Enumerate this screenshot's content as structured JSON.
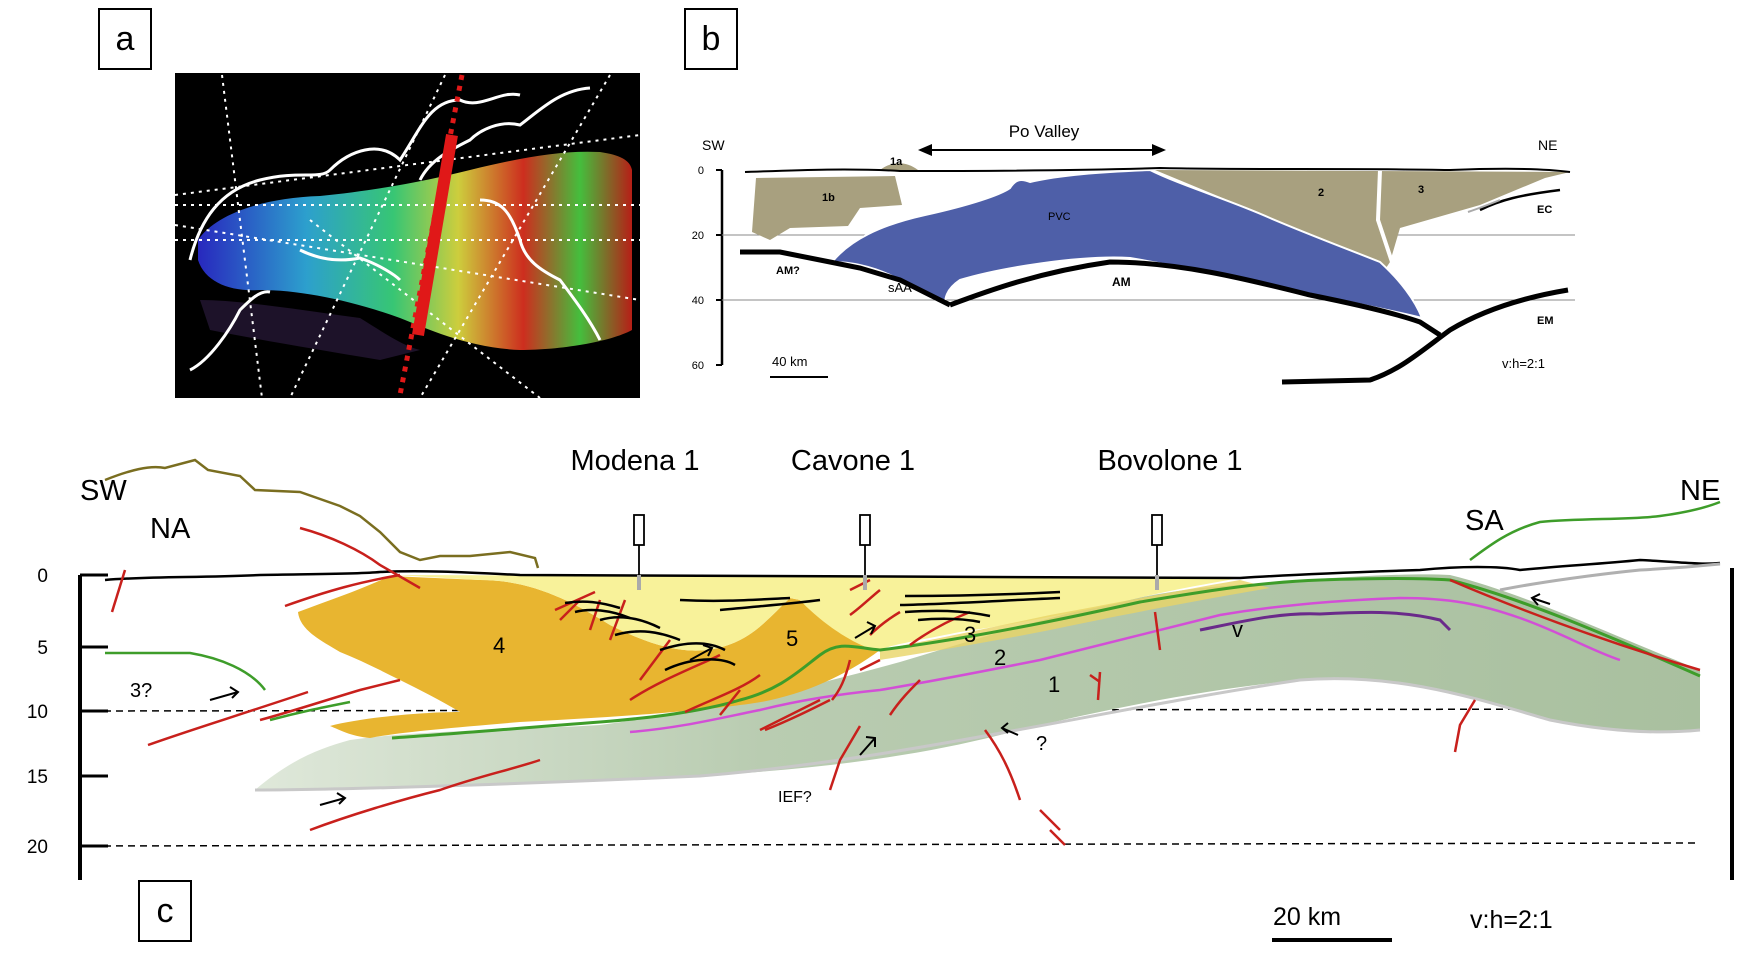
{
  "panels": {
    "a": "a",
    "b": "b",
    "c": "c"
  },
  "panel_b": {
    "title": "Po Valley",
    "sw": "SW",
    "ne": "NE",
    "units": [
      "1a",
      "1b",
      "2",
      "3",
      "PVC"
    ],
    "labels": {
      "am_q": "AM?",
      "saa": "sAA",
      "am": "AM",
      "ec": "EC",
      "em": "EM"
    },
    "depth_ticks": [
      "0",
      "20",
      "40",
      "60"
    ],
    "scale": "40 km",
    "ratio": "v:h=2:1"
  },
  "panel_c": {
    "sw": "SW",
    "ne": "NE",
    "na": "NA",
    "sa": "SA",
    "wells": [
      "Modena 1",
      "Cavone 1",
      "Bovolone 1"
    ],
    "units": [
      "4",
      "5",
      "3",
      "2",
      "1",
      "v",
      "3?"
    ],
    "fault_labels": {
      "ief": "IEF?",
      "q": "?"
    },
    "depth_ticks": [
      "0",
      "5",
      "10",
      "15",
      "20"
    ],
    "scale": "20 km",
    "ratio": "v:h=2:1"
  },
  "colors": {
    "fault": "#c8201c",
    "blue_body": "#4e5fa8",
    "khaki": "#a8a07f",
    "orange": "#e8b530",
    "yellow": "#f8f29a",
    "green_body": "#b6ccae",
    "magenta": "#d24fd6",
    "purple": "#6a2a8a",
    "green_line": "#3e9d2a",
    "olive": "#7a6e20"
  }
}
